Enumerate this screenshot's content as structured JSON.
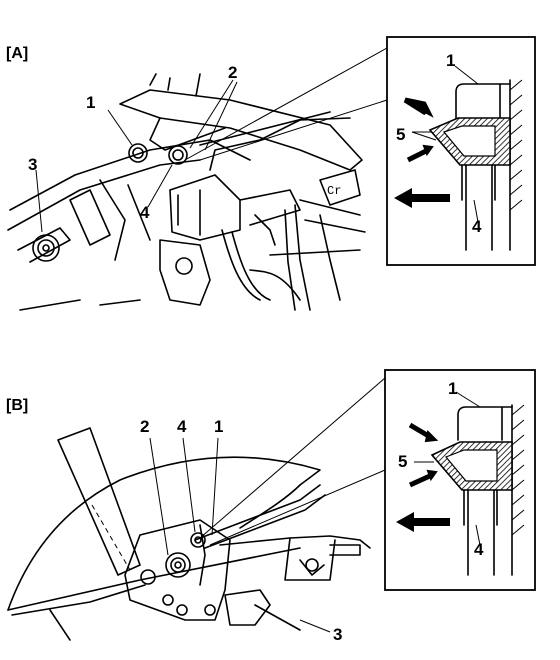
{
  "panels": [
    {
      "section_label": "[A]",
      "callouts": {
        "n1": "1",
        "n2": "2",
        "n3": "3",
        "n4": "4"
      },
      "inset_callouts": {
        "n1": "1",
        "n4": "4",
        "n5": "5"
      }
    },
    {
      "section_label": "[B]",
      "callouts": {
        "n1": "1",
        "n2": "2",
        "n3": "3",
        "n4": "4"
      },
      "inset_callouts": {
        "n1": "1",
        "n4": "4",
        "n5": "5"
      }
    }
  ]
}
